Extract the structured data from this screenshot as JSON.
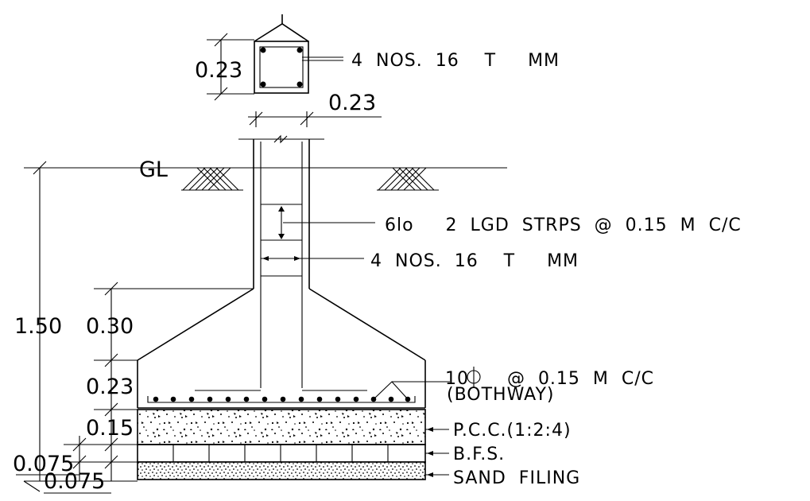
{
  "dimensions": {
    "column_size_vertical": "0.23",
    "column_size_horizontal": "0.23",
    "total_depth": "1.50",
    "slope_height": "0.30",
    "footing_edge_thickness": "0.23",
    "pcc_thickness": "0.15",
    "bfs_thickness": "0.075",
    "sand_thickness": "0.075"
  },
  "labels": {
    "ground_level": "GL",
    "top_column_bars": "4  NOS.  16    T     MM",
    "stirrups": "6lo     2  LGD  STRPS  @  0.15  M  C/C",
    "column_bars": "4  NOS.  16    T     MM",
    "bottom_mesh_line1": "10      @  0.15  M  C/C",
    "bottom_mesh_line2": "(BOTHWAY)",
    "pcc": "P.C.C.(1:2:4)",
    "bfs": "B.F.S.",
    "sand": "SAND  FILING"
  }
}
